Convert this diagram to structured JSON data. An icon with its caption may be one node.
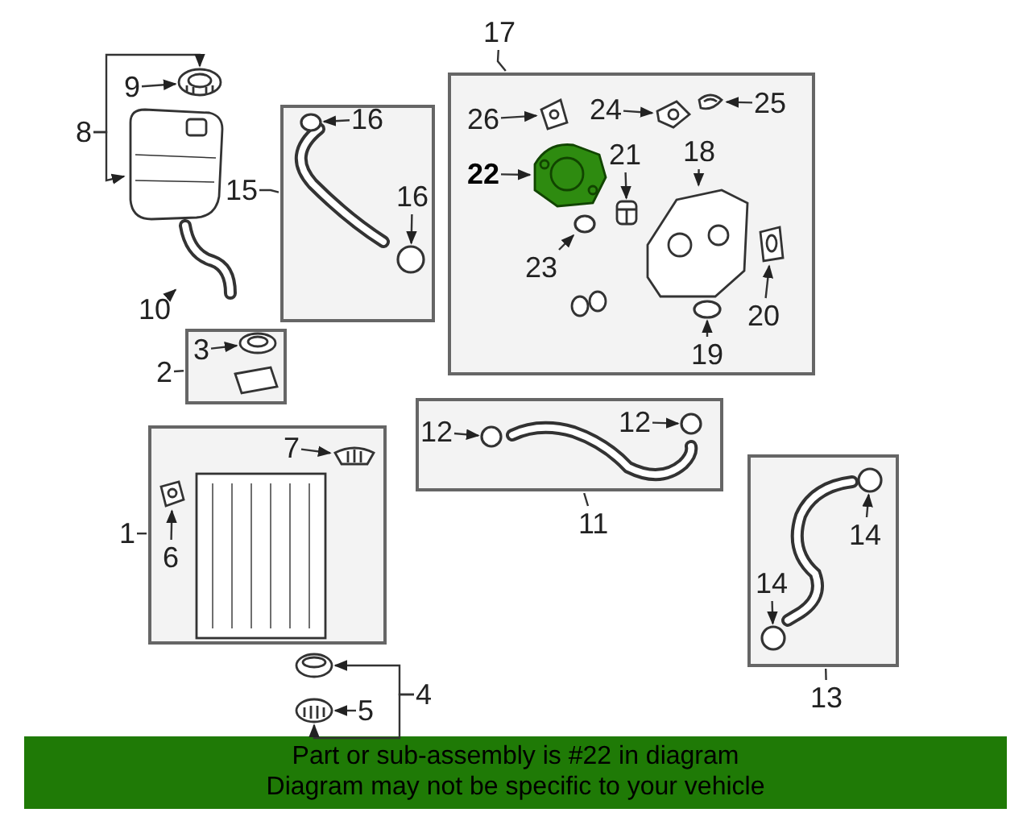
{
  "diagram": {
    "nodes": [
      {
        "text": [],
        "shape": "box"
      },
      {
        "text": [
          "16"
        ],
        "in": 0
      },
      {
        "text": [
          "16"
        ],
        "in": 0
      },
      {
        "text": [
          "15"
        ]
      },
      {
        "text": [],
        "shape": "box"
      },
      {
        "text": [
          "17"
        ]
      },
      {
        "text": [
          "26"
        ],
        "in": 4
      },
      {
        "text": [
          "24"
        ],
        "in": 4
      },
      {
        "text": [
          "25"
        ],
        "in": 4
      },
      {
        "text": [
          "22"
        ],
        "in": 4
      },
      {
        "text": [
          "21"
        ],
        "in": 4
      },
      {
        "text": [
          "18"
        ],
        "in": 4
      },
      {
        "text": [
          "23"
        ],
        "in": 4
      },
      {
        "text": [
          "20"
        ],
        "in": 4
      },
      {
        "text": [
          "19"
        ],
        "in": 4
      },
      {
        "text": [
          "9"
        ]
      },
      {
        "text": [
          "8"
        ]
      },
      {
        "text": [
          "10"
        ]
      },
      {
        "text": [],
        "shape": "box"
      },
      {
        "text": [
          "3"
        ],
        "in": 18
      },
      {
        "text": [
          "2"
        ]
      },
      {
        "text": [],
        "shape": "box"
      },
      {
        "text": [
          "12"
        ],
        "in": 21
      },
      {
        "text": [
          "12"
        ],
        "in": 21
      },
      {
        "text": [
          "11"
        ]
      },
      {
        "text": [],
        "shape": "box"
      },
      {
        "text": [
          "7"
        ],
        "in": 25
      },
      {
        "text": [
          "6"
        ],
        "in": 25
      },
      {
        "text": [
          "1"
        ]
      },
      {
        "text": [],
        "shape": "box"
      },
      {
        "text": [
          "14"
        ],
        "in": 29
      },
      {
        "text": [
          "14"
        ],
        "in": 29
      },
      {
        "text": [
          "13"
        ]
      },
      {
        "text": [
          "4"
        ]
      },
      {
        "text": [
          "5"
        ]
      },
      {
        "text": [],
        "shape": "picture"
      },
      {
        "text": [],
        "shape": "picture"
      },
      {
        "text": [],
        "shape": "picture"
      },
      {
        "text": [],
        "shape": "circle",
        "in": 0
      },
      {
        "text": [],
        "shape": "circle",
        "in": 0
      },
      {
        "text": [],
        "shape": "picture",
        "in": 4
      },
      {
        "text": [],
        "shape": "picture",
        "in": 4
      },
      {
        "text": [],
        "shape": "picture",
        "in": 4
      },
      {
        "text": [],
        "shape": "picture",
        "in": 4
      },
      {
        "text": [],
        "shape": "picture",
        "in": 4
      },
      {
        "text": [],
        "shape": "picture",
        "in": 4
      },
      {
        "text": [],
        "shape": "circle",
        "in": 4
      },
      {
        "text": [],
        "shape": "picture",
        "in": 4
      },
      {
        "text": [],
        "shape": "circle",
        "in": 4
      },
      {
        "text": [],
        "shape": "picture",
        "in": 18
      },
      {
        "text": [],
        "shape": "circle",
        "in": 21
      },
      {
        "text": [],
        "shape": "circle",
        "in": 21
      },
      {
        "text": [],
        "shape": "picture",
        "in": 25
      },
      {
        "text": [],
        "shape": "picture",
        "in": 25
      },
      {
        "text": [],
        "shape": "circle",
        "in": 29
      },
      {
        "text": [],
        "shape": "circle",
        "in": 29
      },
      {
        "text": [],
        "shape": "picture"
      },
      {
        "text": [],
        "shape": "picture"
      }
    ],
    "edges": [
      {
        "from": 1,
        "to": 38,
        "arrow": "to"
      },
      {
        "from": 2,
        "to": 39,
        "arrow": "to"
      },
      {
        "from": 3,
        "to": 0,
        "arrow": "none"
      },
      {
        "from": 5,
        "to": 4,
        "arrow": "none"
      },
      {
        "from": 6,
        "to": 40,
        "arrow": "to"
      },
      {
        "from": 7,
        "to": 41,
        "arrow": "to"
      },
      {
        "from": 8,
        "to": 42,
        "arrow": "to"
      },
      {
        "from": 9,
        "to": 43,
        "arrow": "to"
      },
      {
        "from": 10,
        "to": 44,
        "arrow": "to"
      },
      {
        "from": 11,
        "to": 45,
        "arrow": "to"
      },
      {
        "from": 12,
        "to": 46,
        "arrow": "to"
      },
      {
        "from": 13,
        "to": 47,
        "arrow": "to"
      },
      {
        "from": 14,
        "to": 48,
        "arrow": "to"
      },
      {
        "from": 15,
        "to": 35,
        "arrow": "to"
      },
      {
        "from": 16,
        "to": 35,
        "arrow": "to"
      },
      {
        "from": 16,
        "to": 36,
        "arrow": "to"
      },
      {
        "from": 17,
        "to": 37,
        "arrow": "to"
      },
      {
        "from": 19,
        "to": 49,
        "arrow": "to"
      },
      {
        "from": 20,
        "to": 18,
        "arrow": "none"
      },
      {
        "from": 22,
        "to": 50,
        "arrow": "to"
      },
      {
        "from": 23,
        "to": 51,
        "arrow": "to"
      },
      {
        "from": 24,
        "to": 21,
        "arrow": "none"
      },
      {
        "from": 26,
        "to": 52,
        "arrow": "to"
      },
      {
        "from": 27,
        "to": 53,
        "arrow": "to"
      },
      {
        "from": 28,
        "to": 25,
        "arrow": "none"
      },
      {
        "from": 30,
        "to": 54,
        "arrow": "to"
      },
      {
        "from": 31,
        "to": 55,
        "arrow": "to"
      },
      {
        "from": 32,
        "to": 29,
        "arrow": "none"
      },
      {
        "from": 33,
        "to": 56,
        "arrow": "to"
      },
      {
        "from": 33,
        "to": 57,
        "arrow": "to"
      },
      {
        "from": 34,
        "to": 57,
        "arrow": "to"
      }
    ],
    "labels": [
      "Part or sub-assembly is #22 in diagram",
      "Diagram may not be specific to your vehicle"
    ]
  }
}
